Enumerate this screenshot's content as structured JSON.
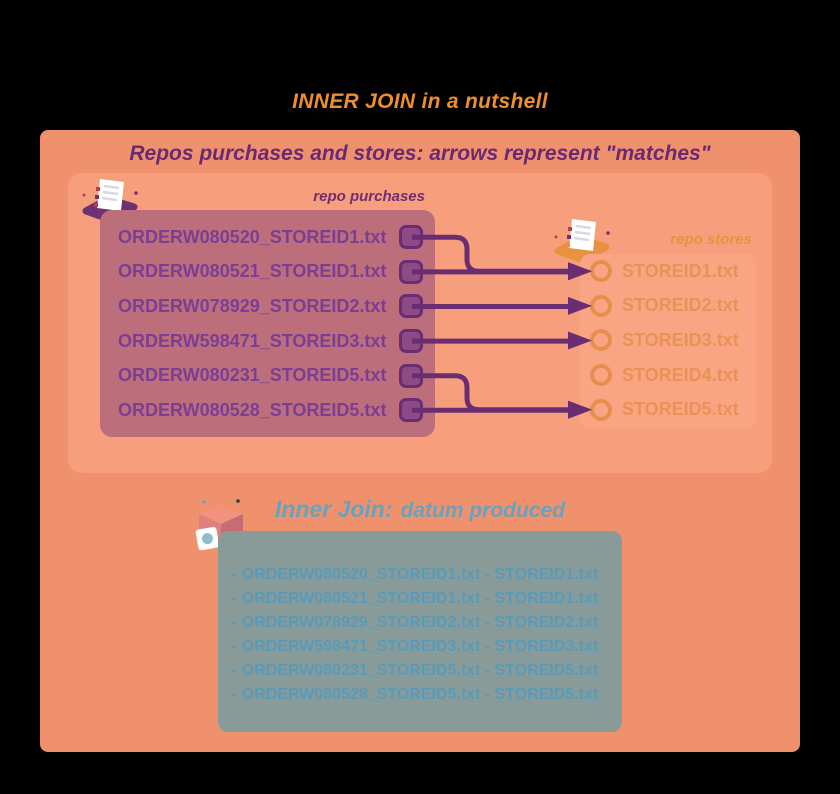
{
  "page": {
    "title": "INNER JOIN in a nutshell",
    "background": "#000000",
    "title_color": "#EE8E2E"
  },
  "matches_panel": {
    "header": "Repos purchases and stores: arrows represent \"matches\"",
    "header_color": "#6B2A70",
    "panel_color": "#F0916E",
    "arrow_color": "#6B2D72",
    "purchases": {
      "label": "repo purchases",
      "files": [
        "ORDERW080520_STOREID1.txt",
        "ORDERW080521_STOREID1.txt",
        "ORDERW078929_STOREID2.txt",
        "ORDERW598471_STOREID3.txt",
        "ORDERW080231_STOREID5.txt",
        "ORDERW080528_STOREID5.txt"
      ]
    },
    "stores": {
      "label": "repo stores",
      "label_color": "#E8913E",
      "files": [
        "STOREID1.txt",
        "STOREID2.txt",
        "STOREID3.txt",
        "STOREID4.txt",
        "STOREID5.txt"
      ]
    },
    "arrows": [
      {
        "from": 0,
        "to": 0
      },
      {
        "from": 1,
        "to": 0
      },
      {
        "from": 2,
        "to": 1
      },
      {
        "from": 3,
        "to": 2
      },
      {
        "from": 4,
        "to": 4
      },
      {
        "from": 5,
        "to": 4
      }
    ]
  },
  "result_panel": {
    "title_main": "Inner Join:",
    "title_sub": "datum produced",
    "title_color": "#67A2BE",
    "box_color": "#889B99",
    "rows": [
      "- ORDERW080520_STOREID1.txt - STOREID1.txt",
      "- ORDERW080521_STOREID1.txt - STOREID1.txt",
      "- ORDERW078929_STOREID2.txt - STOREID2.txt",
      "- ORDERW598471_STOREID3.txt - STOREID3.txt",
      "- ORDERW080231_STOREID5.txt - STOREID5.txt",
      "- ORDERW080528_STOREID5.txt - STOREID5.txt"
    ]
  }
}
